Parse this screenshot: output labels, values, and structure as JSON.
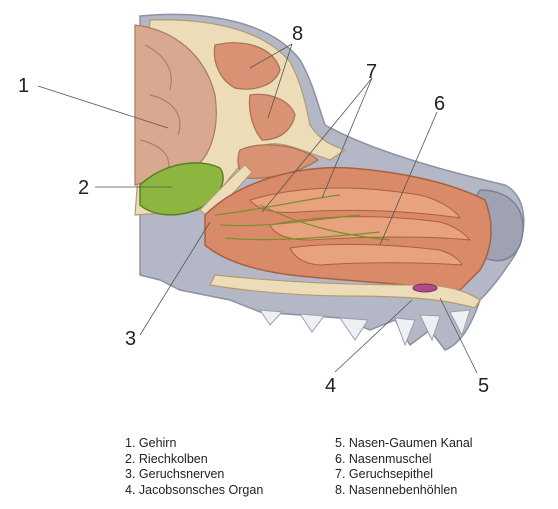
{
  "diagram": {
    "callouts": [
      "1",
      "2",
      "3",
      "4",
      "5",
      "6",
      "7",
      "8"
    ],
    "legend_left": [
      "1. Gehirn",
      "2. Riechkolben",
      "3. Geruchsnerven",
      "4. Jacobsonsches Organ"
    ],
    "legend_right": [
      "5. Nasen-Gaumen Kanal",
      "6. Nasenmuschel",
      "7. Geruchsepithel",
      "8. Nasennebenhöhlen"
    ]
  },
  "colors": {
    "skin": "#b3b7c6",
    "bone": "#ecdcb7",
    "tissue": "#d98a68",
    "brain": "#d9a890",
    "bulb": "#8cb640",
    "nose_tip": "#9fa2b3"
  }
}
